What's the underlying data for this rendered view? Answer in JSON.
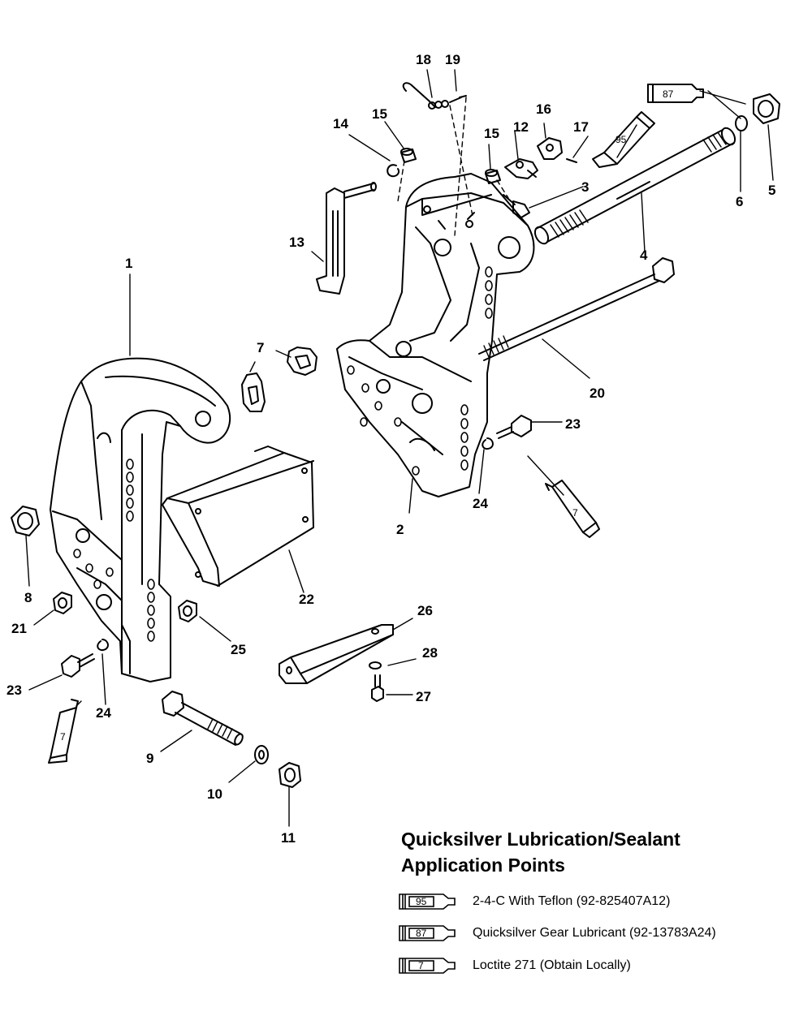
{
  "callouts": [
    "1",
    "2",
    "3",
    "4",
    "5",
    "6",
    "7",
    "8",
    "9",
    "10",
    "11",
    "12",
    "13",
    "14",
    "15",
    "16",
    "17",
    "18",
    "19",
    "20",
    "21",
    "22",
    "23",
    "24",
    "25",
    "26",
    "27",
    "28"
  ],
  "tube_numbers": {
    "lube_95": "95",
    "lube_87": "87",
    "sealant_7": "7"
  },
  "legend": {
    "title_line1": "Quicksilver Lubrication/Sealant",
    "title_line2": "Application Points",
    "items": [
      {
        "tube": "95",
        "description": "2-4-C  With Teflon (92-825407A12)"
      },
      {
        "tube": "87",
        "description": "Quicksilver Gear Lubricant (92-13783A24)"
      },
      {
        "tube": "7",
        "description": "Loctite 271 (Obtain Locally)"
      }
    ]
  }
}
